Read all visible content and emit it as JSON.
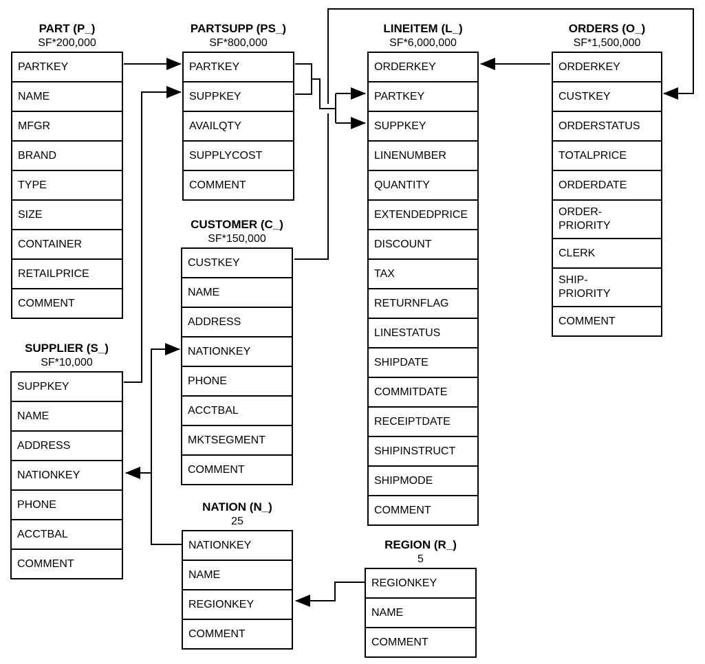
{
  "tables": [
    {
      "id": "part",
      "title": "PART (P_)",
      "cardinality": "SF*200,000",
      "fields": [
        "PARTKEY",
        "NAME",
        "MFGR",
        "BRAND",
        "TYPE",
        "SIZE",
        "CONTAINER",
        "RETAILPRICE",
        "COMMENT"
      ]
    },
    {
      "id": "partsupp",
      "title": "PARTSUPP (PS_)",
      "cardinality": "SF*800,000",
      "fields": [
        "PARTKEY",
        "SUPPKEY",
        "AVAILQTY",
        "SUPPLYCOST",
        "COMMENT"
      ]
    },
    {
      "id": "customer",
      "title": "CUSTOMER (C_)",
      "cardinality": "SF*150,000",
      "fields": [
        "CUSTKEY",
        "NAME",
        "ADDRESS",
        "NATIONKEY",
        "PHONE",
        "ACCTBAL",
        "MKTSEGMENT",
        "COMMENT"
      ]
    },
    {
      "id": "lineitem",
      "title": "LINEITEM (L_)",
      "cardinality": "SF*6,000,000",
      "fields": [
        "ORDERKEY",
        "PARTKEY",
        "SUPPKEY",
        "LINENUMBER",
        "QUANTITY",
        "EXTENDEDPRICE",
        "DISCOUNT",
        "TAX",
        "RETURNFLAG",
        "LINESTATUS",
        "SHIPDATE",
        "COMMITDATE",
        "RECEIPTDATE",
        "SHIPINSTRUCT",
        "SHIPMODE",
        "COMMENT"
      ]
    },
    {
      "id": "orders",
      "title": "ORDERS (O_)",
      "cardinality": "SF*1,500,000",
      "fields": [
        "ORDERKEY",
        "CUSTKEY",
        "ORDERSTATUS",
        "TOTALPRICE",
        "ORDERDATE",
        "ORDER-\nPRIORITY",
        "CLERK",
        "SHIP-\nPRIORITY",
        "COMMENT"
      ]
    },
    {
      "id": "supplier",
      "title": "SUPPLIER (S_)",
      "cardinality": "SF*10,000",
      "fields": [
        "SUPPKEY",
        "NAME",
        "ADDRESS",
        "NATIONKEY",
        "PHONE",
        "ACCTBAL",
        "COMMENT"
      ]
    },
    {
      "id": "nation",
      "title": "NATION (N_)",
      "cardinality": "25",
      "fields": [
        "NATIONKEY",
        "NAME",
        "REGIONKEY",
        "COMMENT"
      ]
    },
    {
      "id": "region",
      "title": "REGION (R_)",
      "cardinality": "5",
      "fields": [
        "REGIONKEY",
        "NAME",
        "COMMENT"
      ]
    }
  ],
  "relationships": [
    {
      "from": "PART.PARTKEY",
      "to": "PARTSUPP.PARTKEY"
    },
    {
      "from": "SUPPLIER.SUPPKEY",
      "to": "PARTSUPP.SUPPKEY"
    },
    {
      "from": "PARTSUPP.PARTKEY",
      "to": "LINEITEM.PARTKEY"
    },
    {
      "from": "PARTSUPP.SUPPKEY",
      "to": "LINEITEM.SUPPKEY"
    },
    {
      "from": "ORDERS.ORDERKEY",
      "to": "LINEITEM.ORDERKEY"
    },
    {
      "from": "CUSTOMER.CUSTKEY",
      "to": "ORDERS.CUSTKEY"
    },
    {
      "from": "NATION.NATIONKEY",
      "to": "CUSTOMER.NATIONKEY"
    },
    {
      "from": "NATION.NATIONKEY",
      "to": "SUPPLIER.NATIONKEY"
    },
    {
      "from": "REGION.REGIONKEY",
      "to": "NATION.REGIONKEY"
    }
  ],
  "colors": {
    "line": "#000000",
    "background": "#ffffff",
    "text": "#000000"
  }
}
